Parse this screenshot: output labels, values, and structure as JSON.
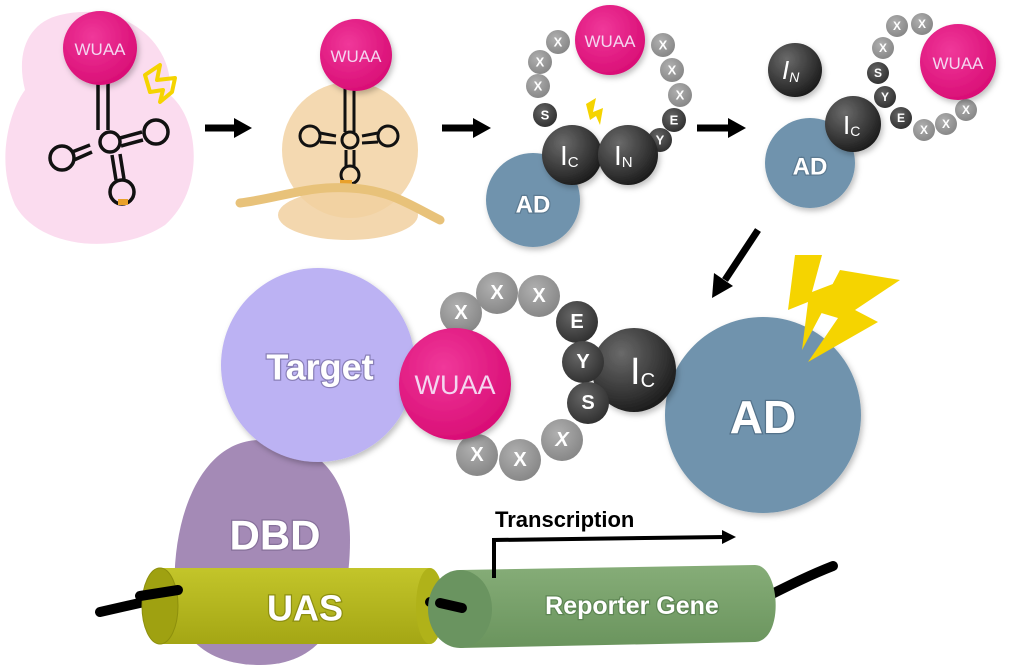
{
  "diagram": {
    "type": "biological-mechanism-schematic",
    "labels": {
      "wuaa": "WUAA",
      "ad": "AD",
      "intein_c": "I",
      "intein_c_sub": "C",
      "intein_n": "I",
      "intein_n_sub": "N",
      "target": "Target",
      "dbd": "DBD",
      "uas": "UAS",
      "reporter_gene": "Reporter Gene",
      "transcription": "Transcription"
    },
    "linker_residues": {
      "spacer": "X",
      "serine": "S",
      "tyrosine": "Y",
      "glutamate": "E"
    },
    "steps": [
      {
        "id": "step-1",
        "description": "tRNA charged with WUAA, light activation"
      },
      {
        "id": "step-2",
        "description": "Ribosome incorporates WUAA into protein"
      },
      {
        "id": "step-3",
        "description": "Intein loop with AD, light-triggered splicing"
      },
      {
        "id": "step-4",
        "description": "I_N released, AD-I_C-linker-WUAA product"
      },
      {
        "id": "step-5",
        "description": "WUAA binds Target on DBD at UAS, AD activates reporter transcription"
      }
    ],
    "colors": {
      "wuaa": "#e5167f",
      "ad": "#6f93ad",
      "intein": "#3a3a3a",
      "spacer_bead": "#9a9a9a",
      "residue_bead": "#4a4a4a",
      "target": "#bcb2f3",
      "dbd": "#a48ab6",
      "uas": "#b6b81c",
      "reporter": "#7aa36c",
      "bolt": "#f5d400",
      "trna_bg": "#fbdcef",
      "ribosome": "#f3d5a8"
    }
  }
}
